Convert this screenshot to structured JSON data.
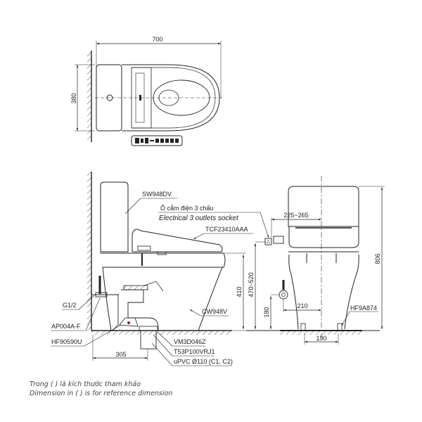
{
  "top_view": {
    "dim_length": "700",
    "dim_width": "380"
  },
  "side_view": {
    "tank_label": "SW948DV",
    "socket_label_vi": "Ô cắm điện 3 chấu",
    "socket_label_en": "Electrical 3 outlets socket",
    "seat_label": "TCF23410AAA",
    "bowl_label": "CW948V",
    "valve_label": "G1/2",
    "hose_label": "AP004A-F",
    "flange_label": "HF90590U",
    "gasket_label": "VM3D046Z",
    "adapter_label": "T53P100VRJ1",
    "pipe_label": "uPVC Ø110 (C1, C2)",
    "dim_rough_in": "305",
    "dim_seat_height": "410",
    "dim_socket_height": "470~520",
    "dim_water_height": "180"
  },
  "front_view": {
    "dim_socket_offset": "225~265",
    "dim_total_height": "806",
    "dim_water_offset": "210",
    "dim_bolt_spacing": "190",
    "bolt_label": "HF9A874"
  },
  "notes": {
    "line1": "Trong ( ) là kích thước tham khảo",
    "line2": "Dimension in ( ) is for reference dimension"
  },
  "colors": {
    "line": "#222222",
    "accent_flange": "#8a1a4a"
  }
}
